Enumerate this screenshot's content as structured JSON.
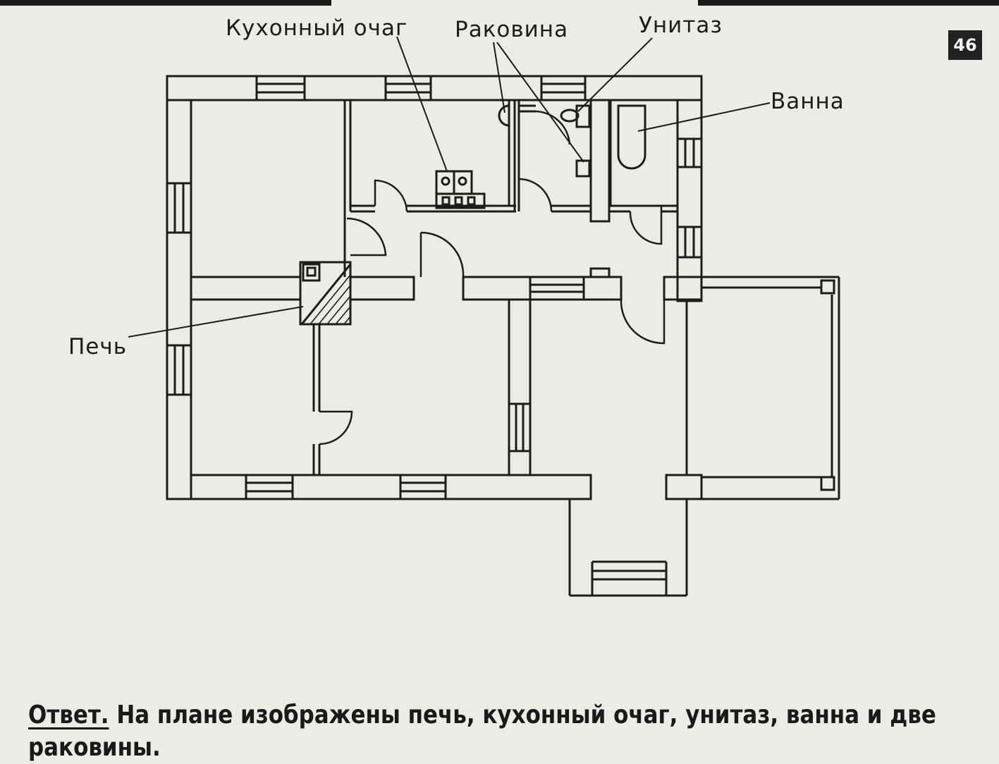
{
  "page_number": "46",
  "labels": {
    "kitchen_hearth": "Кухонный очаг",
    "sink": "Раковина",
    "toilet": "Унитаз",
    "bathtub": "Ванна",
    "stove": "Печь"
  },
  "answer": {
    "prefix": "Ответ.",
    "text": " На плане изображены печь, кухонный очаг, унитаз, ванна и две раковины."
  },
  "colors": {
    "background": "#ecebe6",
    "ink": "#1c1c1c"
  }
}
